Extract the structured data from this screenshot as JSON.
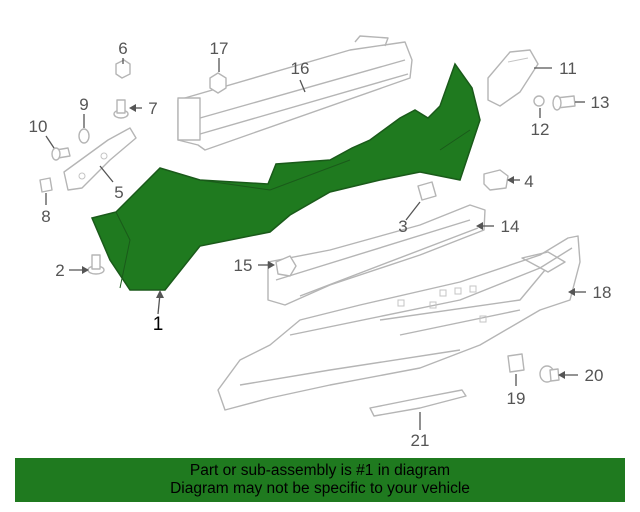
{
  "diagram": {
    "highlight_color": "#1f7a1f",
    "callouts": [
      {
        "id": "c1",
        "label": "1"
      },
      {
        "id": "c2",
        "label": "2"
      },
      {
        "id": "c3",
        "label": "3"
      },
      {
        "id": "c4",
        "label": "4"
      },
      {
        "id": "c5",
        "label": "5"
      },
      {
        "id": "c6",
        "label": "6"
      },
      {
        "id": "c7",
        "label": "7"
      },
      {
        "id": "c8",
        "label": "8"
      },
      {
        "id": "c9",
        "label": "9"
      },
      {
        "id": "c10",
        "label": "10"
      },
      {
        "id": "c11",
        "label": "11"
      },
      {
        "id": "c12",
        "label": "12"
      },
      {
        "id": "c13",
        "label": "13"
      },
      {
        "id": "c14",
        "label": "14"
      },
      {
        "id": "c15",
        "label": "15"
      },
      {
        "id": "c16",
        "label": "16"
      },
      {
        "id": "c17",
        "label": "17"
      },
      {
        "id": "c18",
        "label": "18"
      },
      {
        "id": "c19",
        "label": "19"
      },
      {
        "id": "c20",
        "label": "20"
      },
      {
        "id": "c21",
        "label": "21"
      }
    ]
  },
  "banner": {
    "line1": "Part or sub-assembly is #1 in diagram",
    "line2": "Diagram may not be specific to your vehicle"
  }
}
